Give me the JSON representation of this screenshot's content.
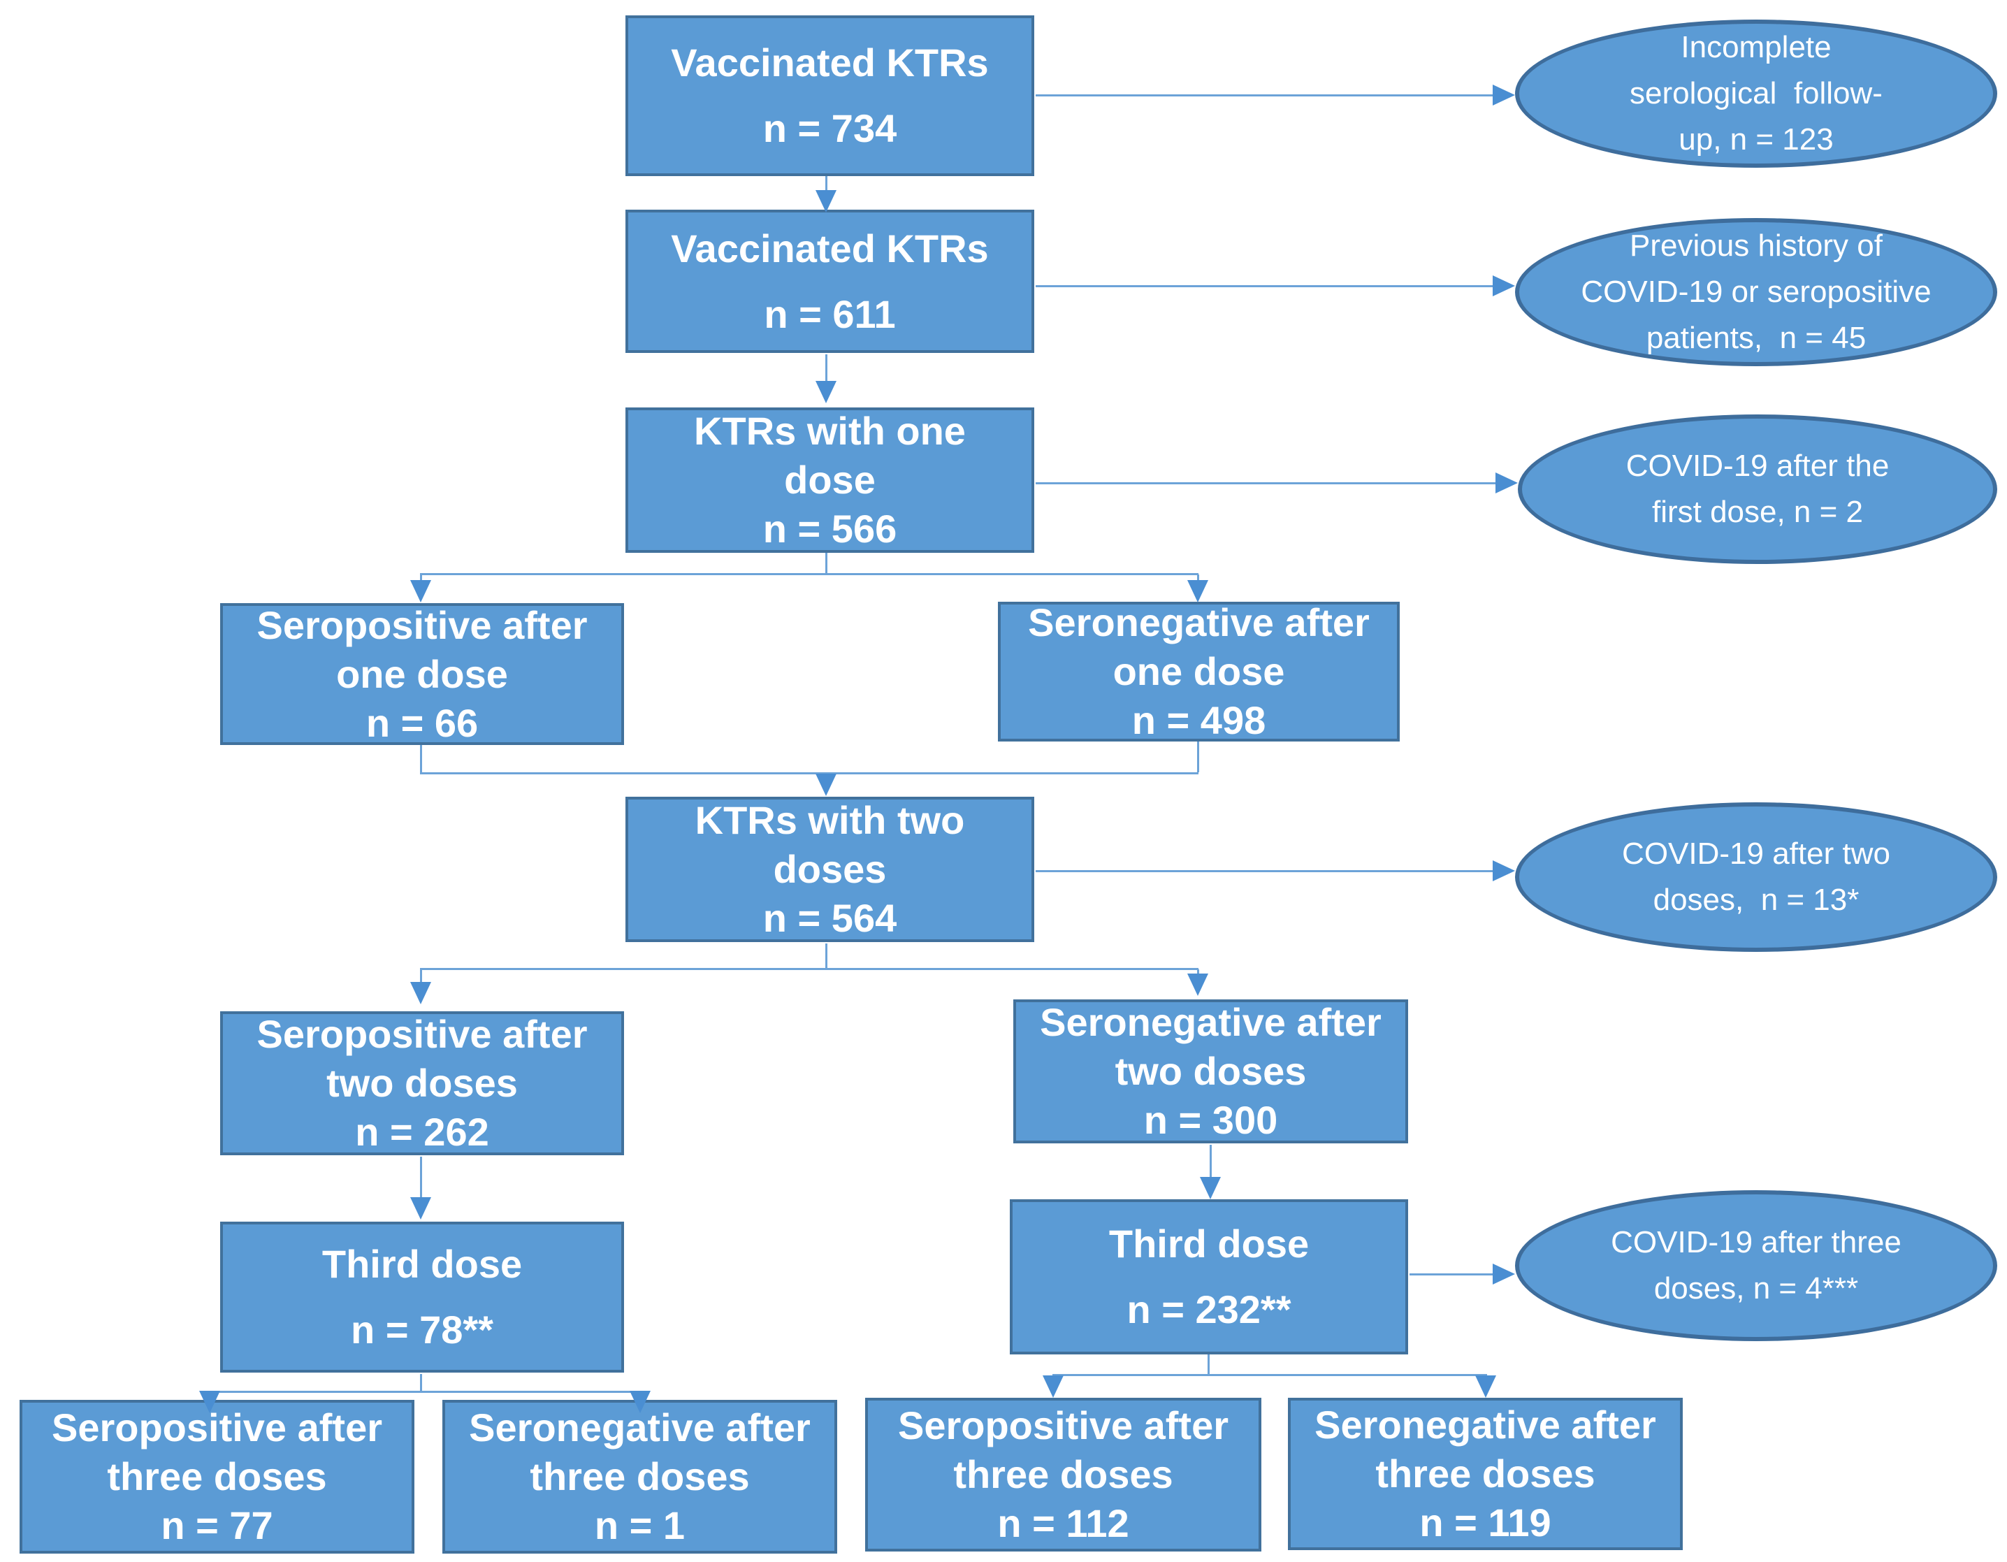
{
  "colors": {
    "node_fill": "#5b9bd5",
    "node_border": "#41719c",
    "ellipse_border": "#3e6d9c",
    "connector_line": "#6ca3d8",
    "arrowhead": "#4a8ed2",
    "text": "#ffffff",
    "background": "#ffffff"
  },
  "nodes": {
    "b734": {
      "lines": [
        "Vaccinated KTRs",
        "n = 734"
      ]
    },
    "b611": {
      "lines": [
        "Vaccinated KTRs",
        "n = 611"
      ]
    },
    "b566": {
      "lines": [
        "KTRs with one",
        "dose",
        "n = 566"
      ]
    },
    "sp1": {
      "lines": [
        "Seropositive after",
        "one dose",
        "n = 66"
      ]
    },
    "sn1": {
      "lines": [
        "Seronegative after",
        "one dose",
        "n = 498"
      ]
    },
    "b564": {
      "lines": [
        "KTRs with two",
        "doses",
        "n = 564"
      ]
    },
    "sp2": {
      "lines": [
        "Seropositive after",
        "two doses",
        "n = 262"
      ]
    },
    "sn2": {
      "lines": [
        "Seronegative after",
        "two doses",
        "n = 300"
      ]
    },
    "td_pos": {
      "lines": [
        "Third dose",
        "n = 78**"
      ]
    },
    "td_neg": {
      "lines": [
        "Third dose",
        "n = 232**"
      ]
    },
    "pos3_l": {
      "lines": [
        "Seropositive after",
        "three doses",
        "n = 77"
      ]
    },
    "neg3_l": {
      "lines": [
        "Seronegative after",
        "three doses",
        "n = 1"
      ]
    },
    "pos3_r": {
      "lines": [
        "Seropositive after",
        "three doses",
        "n = 112"
      ]
    },
    "neg3_r": {
      "lines": [
        "Seronegative after",
        "three doses",
        "n = 119"
      ]
    },
    "e_followup": {
      "lines": [
        "Incomplete",
        "serological  follow-",
        "up, n = 123"
      ]
    },
    "e_history": {
      "lines": [
        "Previous history of",
        "COVID-19 or seropositive",
        "patients,  n = 45"
      ]
    },
    "e_dose1": {
      "lines": [
        "COVID-19 after the",
        "first dose, n = 2"
      ]
    },
    "e_dose2": {
      "lines": [
        "COVID-19 after two",
        "doses,  n = 13*"
      ]
    },
    "e_dose3": {
      "lines": [
        "COVID-19 after three",
        "doses, n = 4***"
      ]
    }
  }
}
